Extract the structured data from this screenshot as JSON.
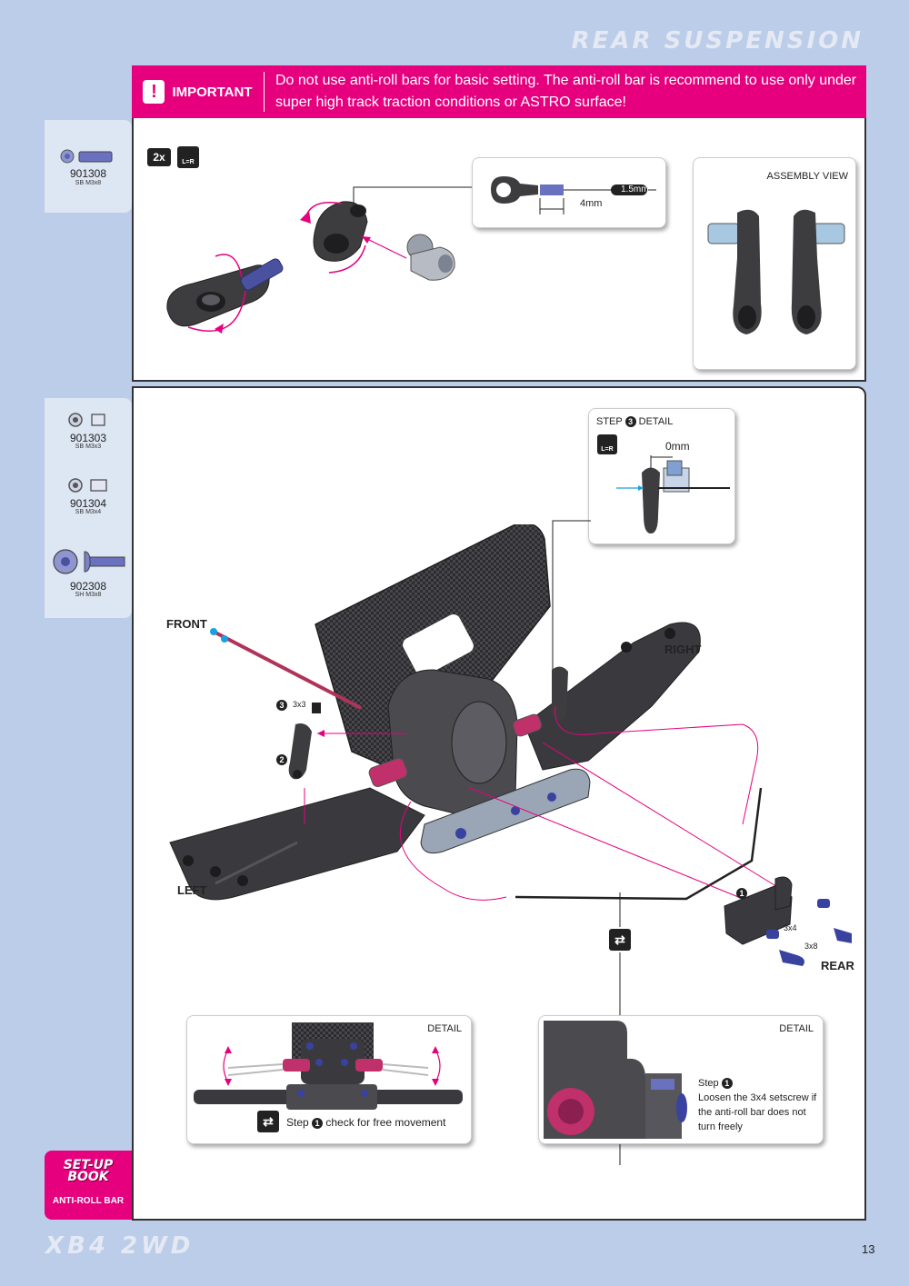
{
  "header": {
    "title": "REAR SUSPENSION"
  },
  "important": {
    "label": "IMPORTANT",
    "icon": "exclamation-icon",
    "text": "Do not use anti-roll bars for basic setting. The anti-roll bar is recommend to use only under super high track traction conditions or ASTRO surface!"
  },
  "parts_top": [
    {
      "number": "901308",
      "desc": "SB M3x8"
    }
  ],
  "parts_bottom": [
    {
      "number": "901303",
      "desc": "SB M3x3"
    },
    {
      "number": "901304",
      "desc": "SB M3x4"
    },
    {
      "number": "902308",
      "desc": "SH M3x8"
    }
  ],
  "step1": {
    "qty": "2x",
    "lr_badge": "L=R",
    "measure_thread": "1.5mm",
    "measure_depth": "4mm",
    "assembly_view_label": "ASSEMBLY VIEW"
  },
  "step2": {
    "detail_title": "STEP",
    "detail_step": "3",
    "detail_suffix": "DETAIL",
    "detail_lr": "L=R",
    "detail_measure": "0mm",
    "labels": {
      "front": "FRONT",
      "right": "RIGHT",
      "left": "LEFT",
      "rear": "REAR"
    },
    "step3_marker": "3",
    "step3_screw": "3x3",
    "step2_marker": "2",
    "step1_marker": "1",
    "screw_3x4": "3x4",
    "screw_3x8": "3x8"
  },
  "detail_left": {
    "title": "DETAIL",
    "step_text": "Step",
    "step_num": "1",
    "note": "check for free movement"
  },
  "detail_right": {
    "title": "DETAIL",
    "step_text": "Step",
    "step_num": "1",
    "note_lines": [
      "Loosen the 3x4 setscrew if",
      "the anti-roll bar does not",
      "turn freely"
    ]
  },
  "setup_tab": {
    "title_line1": "SET-UP",
    "title_line2": "BOOK",
    "subtitle": "ANTI-ROLL BAR"
  },
  "footer": {
    "logo": "XB4 2WD",
    "page": "13"
  },
  "colors": {
    "accent": "#e6007e",
    "background": "#bccde9",
    "part_blue": "#5a64b4"
  }
}
